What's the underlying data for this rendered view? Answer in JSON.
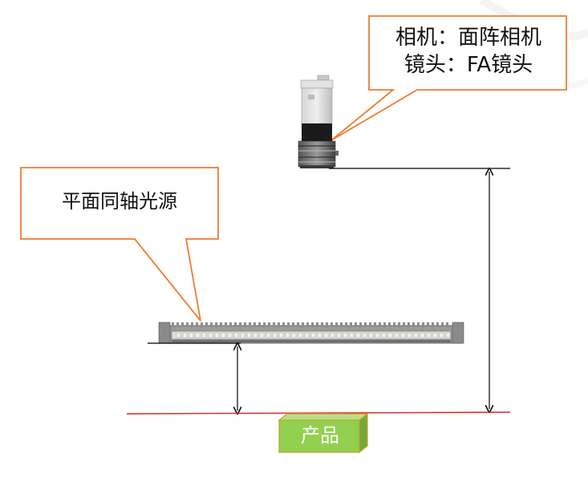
{
  "camera_callout": {
    "line1": "相机：面阵相机",
    "line2": "镜头：FA镜头"
  },
  "light_callout": {
    "label": "平面同轴光源"
  },
  "product": {
    "label": "产品"
  },
  "colors": {
    "callout_border": "#ED7D31",
    "leader_line": "#ED7D31",
    "product_plane": "#E0201F",
    "product_fill": "#92D050",
    "product_border": "#C9A227",
    "dimension_line": "#000000"
  }
}
